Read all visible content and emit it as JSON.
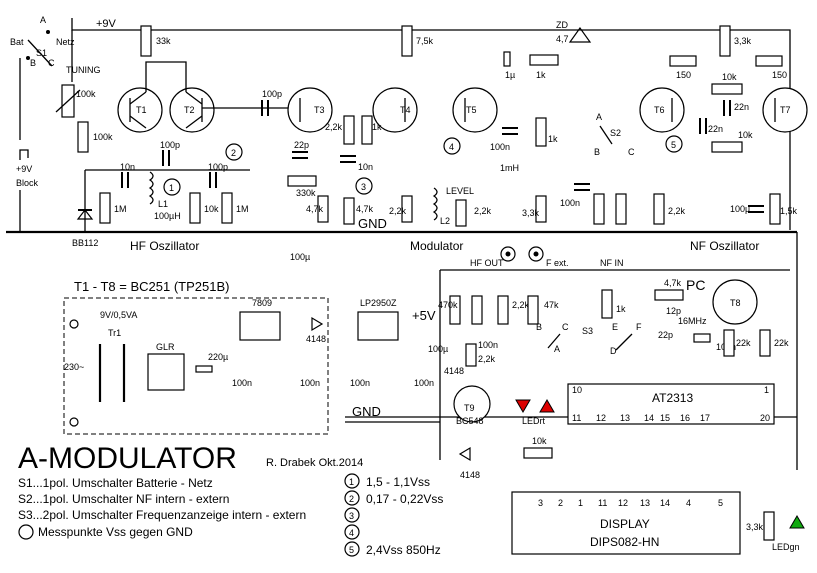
{
  "title": "A-MODULATOR",
  "author": "R. Drabek Okt.2014",
  "supply_label": "+9V",
  "transistor_note": "T1 - T8 = BC251 (TP251B)",
  "sections": {
    "hf": "HF Oszillator",
    "mod": "Modulator",
    "nf": "NF Oszillator"
  },
  "legend": {
    "s1": "S1...1pol. Umschalter Batterie - Netz",
    "s2": "S2...1pol. Umschalter NF intern - extern",
    "s3": "S3...2pol. Umschalter Frequenzanzeige intern - extern",
    "mp": "Messpunkte Vss gegen GND"
  },
  "measure_points": [
    {
      "n": "1",
      "v": "1,5 - 1,1Vss"
    },
    {
      "n": "2",
      "v": "0,17 - 0,22Vss"
    },
    {
      "n": "3",
      "v": ""
    },
    {
      "n": "4",
      "v": ""
    },
    {
      "n": "5",
      "v": "2,4Vss  850Hz"
    }
  ],
  "labels": {
    "bat": "Bat",
    "netz": "Netz",
    "s1": "S1",
    "a": "A",
    "b": "B",
    "c": "C",
    "tuning": "TUNING",
    "block": "Block",
    "bb112": "BB112",
    "t1": "T1",
    "t2": "T2",
    "t3": "T3",
    "t4": "T4",
    "t5": "T5",
    "t6": "T6",
    "t7": "T7",
    "t8": "T8",
    "t9": "T9",
    "l1": "L1",
    "l2": "L2",
    "l1val": "100µH",
    "level": "LEVEL",
    "zd": "ZD",
    "s2": "S2",
    "s3": "S3",
    "gnd": "GND",
    "gnd2": "GND",
    "hfout": "HF OUT",
    "fext": "F ext.",
    "nfin": "NF IN",
    "pc": "PC",
    "mhz": "16MHz",
    "at": "AT2313",
    "display": "DISPLAY",
    "dips": "DIPS082-HN",
    "lp": "LP2950Z",
    "reg7809": "7809",
    "tr1": "Tr1",
    "trv": "9V/0,5VA",
    "glr": "GLR",
    "mains": "230~",
    "plus5": "+5V",
    "d4148a": "4148",
    "d4148b": "4148",
    "d4148c": "4148",
    "bc548": "BC548",
    "ledrt": "LEDrt",
    "ledgn": "LEDgn",
    "d": "D",
    "e": "E",
    "f": "F"
  },
  "components": {
    "r33k": "33k",
    "r75k": "7,5k",
    "r33kb": "3,3k",
    "r100k_pot": "100k",
    "r100k": "100k",
    "r1m_a": "1M",
    "r1m_b": "1M",
    "r10k_a": "10k",
    "r330k": "330k",
    "r47k_a": "4,7k",
    "r47k_b": "4,7k",
    "r22k_a": "2,2k",
    "r1k_a": "1k",
    "r22k_b": "2,2k",
    "r22k_c": "2,2k",
    "r33k_c": "3,3k",
    "r1k_b": "1k",
    "r1k_c": "1k",
    "r150_a": "150",
    "r150_b": "150",
    "r10k_b": "10k",
    "r10k_c": "10k",
    "r22k_d": "2,2k",
    "r15k": "1,5k",
    "r470k": "470k",
    "r22k_e": "2,2k",
    "r47k_c": "47k",
    "r22k_f": "2,2k",
    "r1k_d": "1k",
    "r47k_d": "4,7k",
    "r22k_g": "22k",
    "r22k_h": "22k",
    "r10k_d": "10k",
    "r33k_d": "3,3k",
    "c10n_a": "10n",
    "c100p_a": "100p",
    "c100p_b": "100p",
    "c100p_c": "100p",
    "c22p_a": "22p",
    "c10n_b": "10n",
    "c100n_a": "100n",
    "c1mh": "1mH",
    "c1u": "1µ",
    "c47": "4,7",
    "c100n_b": "100n",
    "c22n_a": "22n",
    "c22n_b": "22n",
    "c100u_a": "100µ",
    "c100u_b": "100µ",
    "c220u": "220µ",
    "c100n_c": "100n",
    "c100n_d": "100n",
    "c100n_e": "100n",
    "c100n_f": "100n",
    "c100n_g": "100n",
    "c100u_c": "100µ",
    "c12p": "12p",
    "c22p_b": "22p",
    "c100n_h": "100n"
  },
  "pins": {
    "at_p10": "10",
    "at_p1": "1",
    "at_p11": "11",
    "at_p12": "12",
    "at_p13": "13",
    "at_p14": "14",
    "at_p15": "15",
    "at_p16": "16",
    "at_p17": "17",
    "at_p20": "20",
    "d_p3": "3",
    "d_p2": "2",
    "d_p1": "1",
    "d_p11": "11",
    "d_p12": "12",
    "d_p13": "13",
    "d_p14": "14",
    "d_p4": "4",
    "d_p5": "5"
  }
}
